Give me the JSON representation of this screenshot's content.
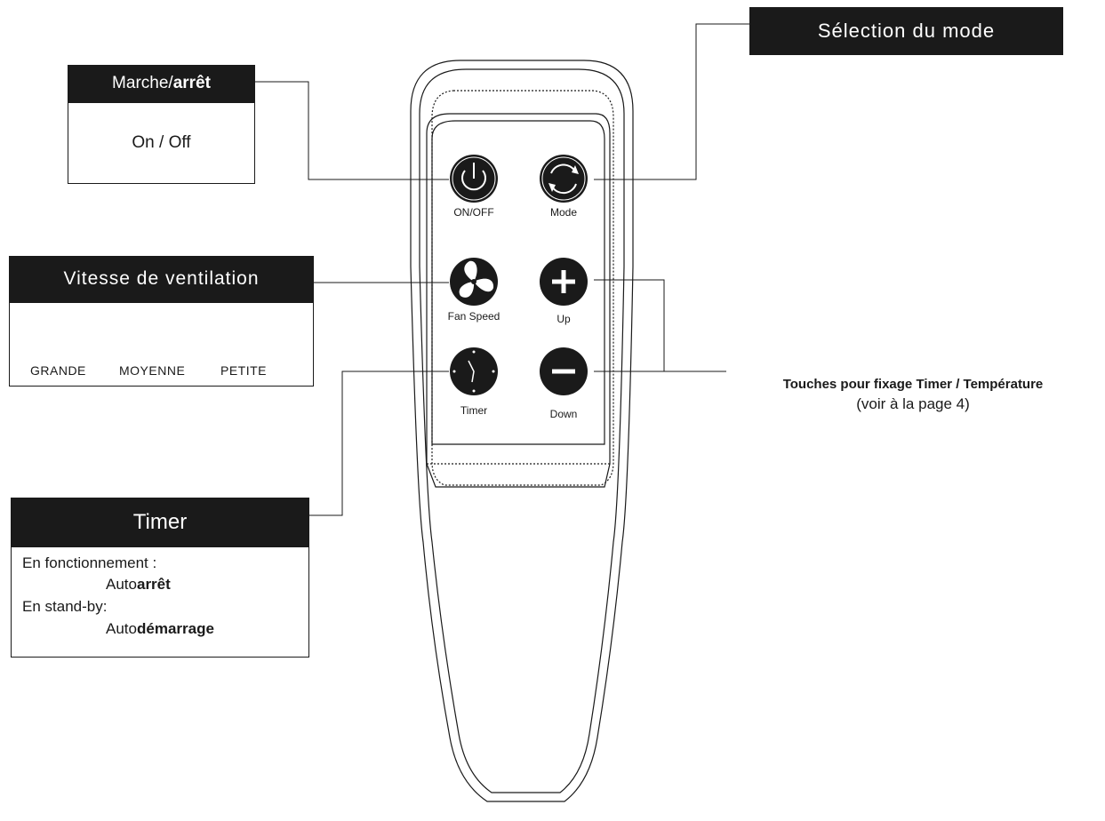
{
  "on_off_box": {
    "header_normal": "Marche/",
    "header_bold": "arrêt",
    "body": "On / Off"
  },
  "mode_box": {
    "header": "Sélection du mode"
  },
  "fan_box": {
    "header": "Vitesse de ventilation",
    "levels": [
      "GRANDE",
      "MOYENNE",
      "PETITE"
    ]
  },
  "timer_box": {
    "header": "Timer",
    "running_label": "En fonctionnement :",
    "running_value_normal": "Auto",
    "running_value_bold": "arrêt",
    "standby_label": "En stand-by:",
    "standby_value_normal": "Auto",
    "standby_value_bold": "démarrage"
  },
  "keys_note": {
    "title": "Touches pour fixage Timer / Température",
    "subtitle": "(voir à la page 4)"
  },
  "remote": {
    "buttons": {
      "onoff": "ON/OFF",
      "mode": "Mode",
      "fan": "Fan Speed",
      "up": "Up",
      "timer": "Timer",
      "down": "Down"
    }
  },
  "icons": {
    "power": "power-icon",
    "mode": "cycle-arrows-icon",
    "fan": "fan-icon",
    "up": "plus-icon",
    "timer": "clock-icon",
    "down": "minus-icon"
  },
  "colors": {
    "ink": "#1a1a1a",
    "background": "#ffffff"
  }
}
